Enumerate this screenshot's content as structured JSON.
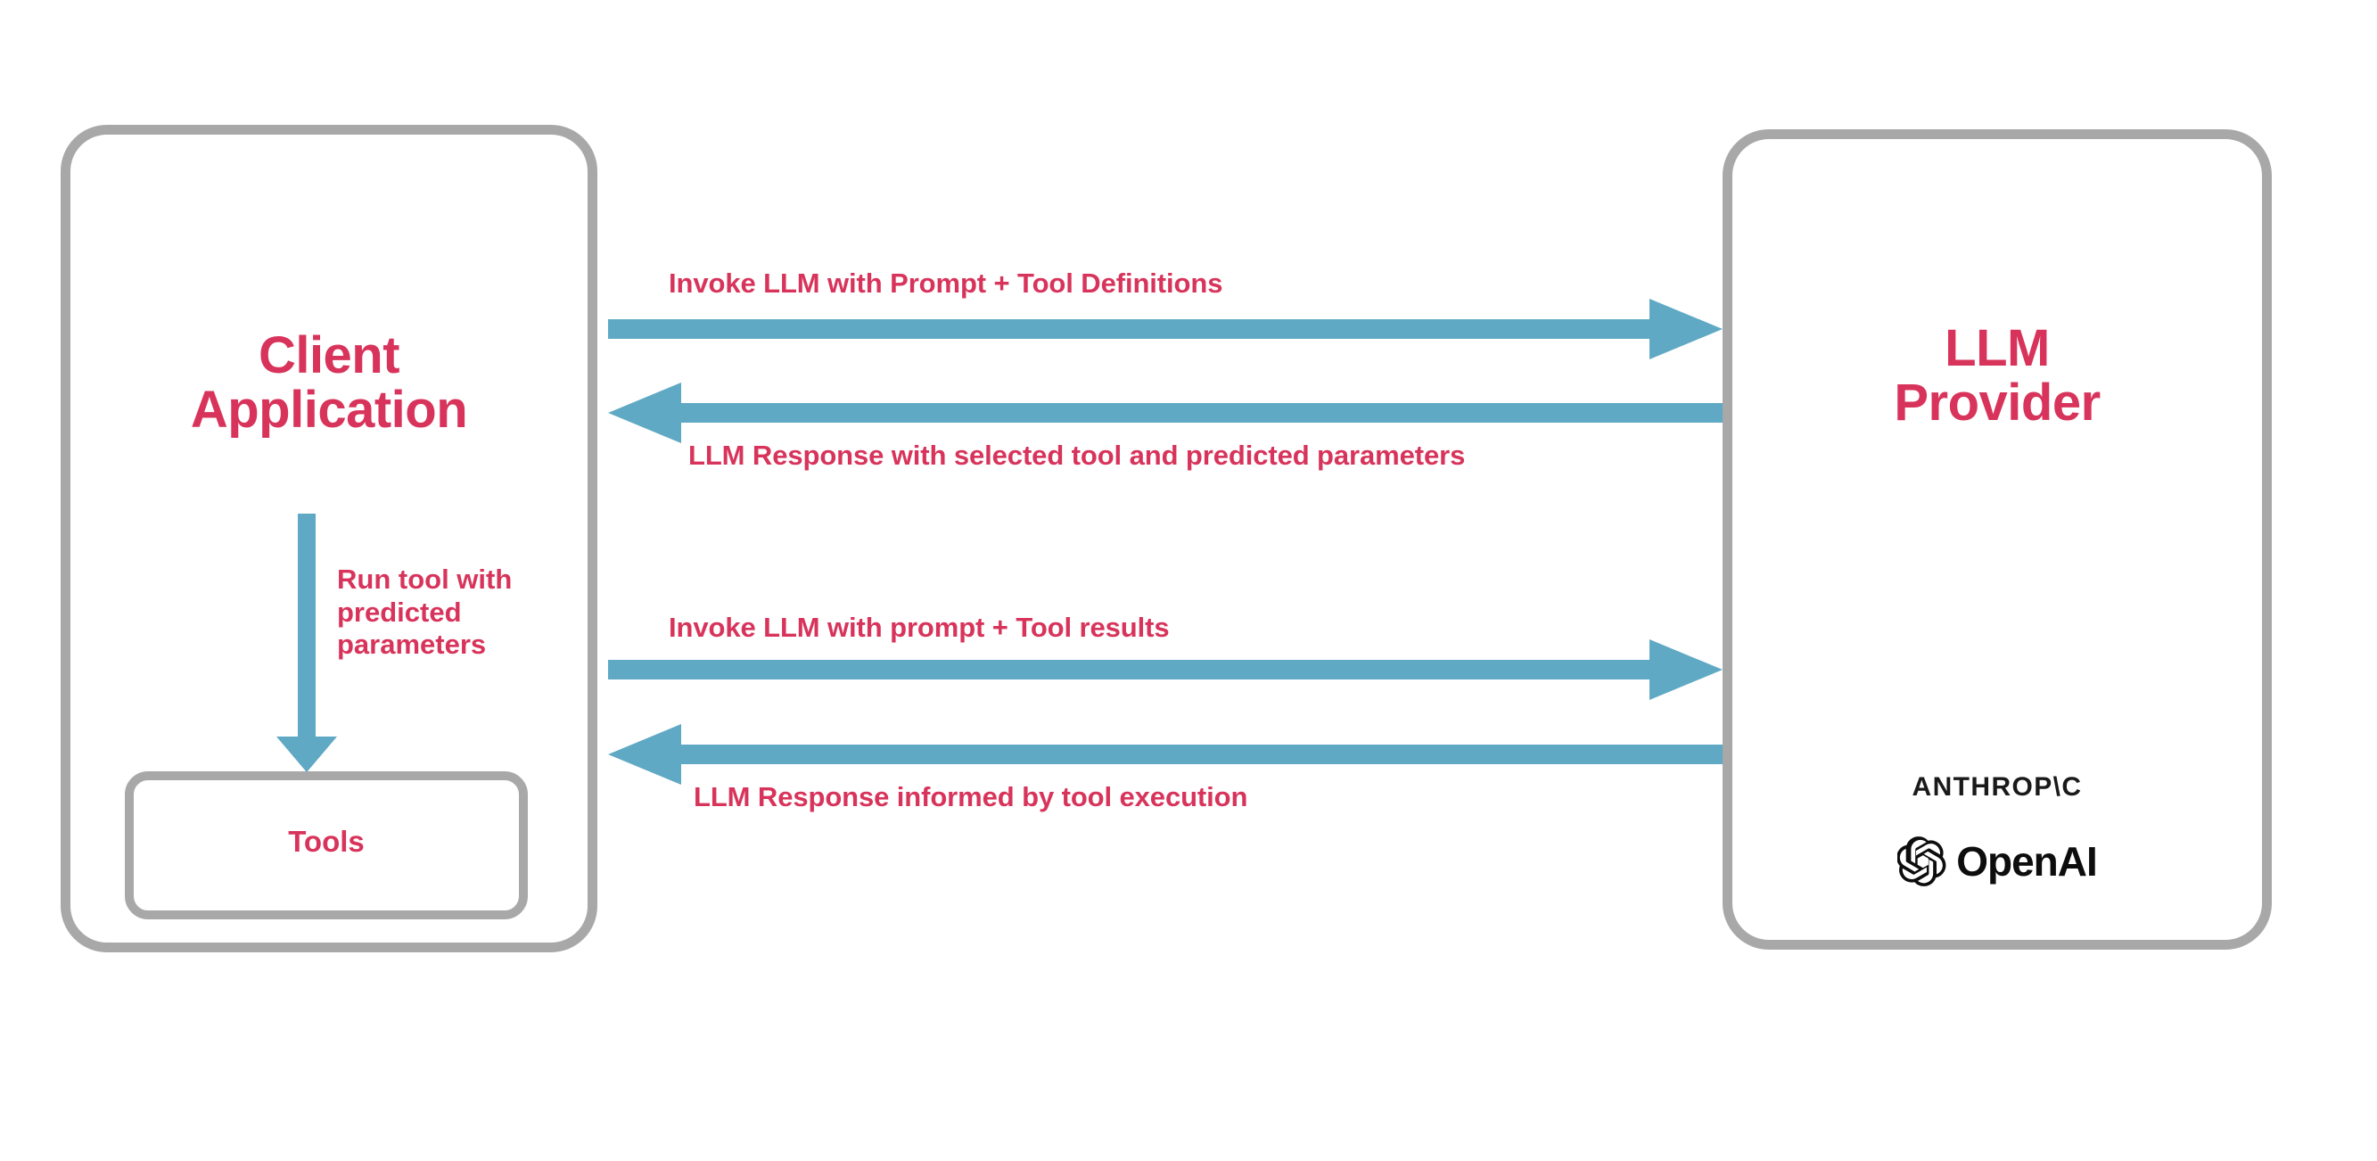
{
  "diagram": {
    "title": "LLM tool-calling flow between client application and LLM provider",
    "colors": {
      "accent_text": "#d8345b",
      "arrow": "#60a9c4",
      "box_border": "#a8a8a8",
      "logo_text": "#1a1a1a",
      "background": "#ffffff"
    },
    "nodes": {
      "client": {
        "title": "Client\nApplication",
        "inner": {
          "label": "Tools"
        }
      },
      "provider": {
        "title": "LLM\nProvider",
        "vendors": [
          {
            "name": "anthropic",
            "wordmark": "ANTHROP\\C"
          },
          {
            "name": "openai",
            "wordmark": "OpenAI",
            "icon": "openai-knot-icon"
          }
        ]
      }
    },
    "edges": [
      {
        "id": "invoke-1",
        "label": "Invoke LLM with Prompt + Tool Definitions",
        "direction": "client-to-provider"
      },
      {
        "id": "response-1",
        "label": "LLM Response with selected tool and predicted parameters",
        "direction": "provider-to-client"
      },
      {
        "id": "run-tool",
        "label": "Run tool with\npredicted\nparameters",
        "direction": "client-to-tools"
      },
      {
        "id": "invoke-2",
        "label": "Invoke LLM with prompt + Tool results",
        "direction": "client-to-provider"
      },
      {
        "id": "response-2",
        "label": "LLM Response informed by tool execution",
        "direction": "provider-to-client"
      }
    ]
  }
}
